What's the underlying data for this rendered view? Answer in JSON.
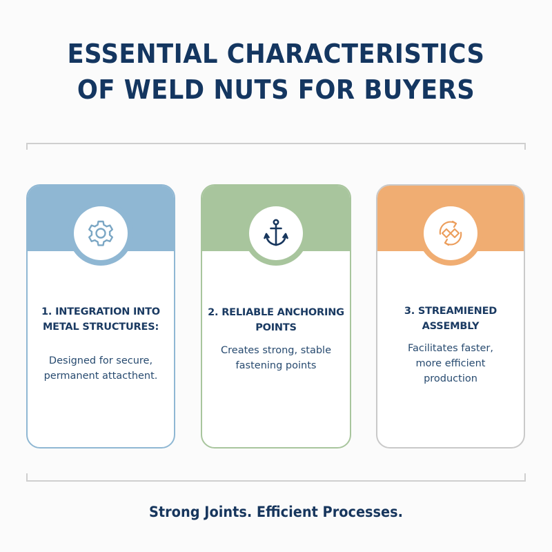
{
  "header": {
    "title_line1": "ESSENTIAL CHARACTERISTICS",
    "title_line2": "OF WELD NUTS FOR BUYERS"
  },
  "colors": {
    "title": "#143660",
    "card1_accent": "#8fb7d3",
    "card2_accent": "#a8c59d",
    "card3_accent": "#f0ad72",
    "card3_border": "#c9c9c9",
    "bracket": "#cfcfcf"
  },
  "cards": [
    {
      "icon": "gear-icon",
      "title_line1": "1. INTEGRATION INTO",
      "title_line2": "METAL STRUCTURES:",
      "desc_line1": "Designed for secure,",
      "desc_line2": "permanent attacthent."
    },
    {
      "icon": "anchor-icon",
      "title_line1": "2. RELIABLE ANCHORING",
      "title_line2": "POINTS",
      "desc_line1": "Creates strong, stable",
      "desc_line2": "fastening points"
    },
    {
      "icon": "cycle-arrows-icon",
      "title_line1": "3. STREAMIENED",
      "title_line2": "ASSEMBLY",
      "desc_line1": "Facilitates faster,",
      "desc_line2": "more efficient",
      "desc_line3": "production"
    }
  ],
  "footer": {
    "tagline": "Strong Joints. Efficient Processes."
  }
}
